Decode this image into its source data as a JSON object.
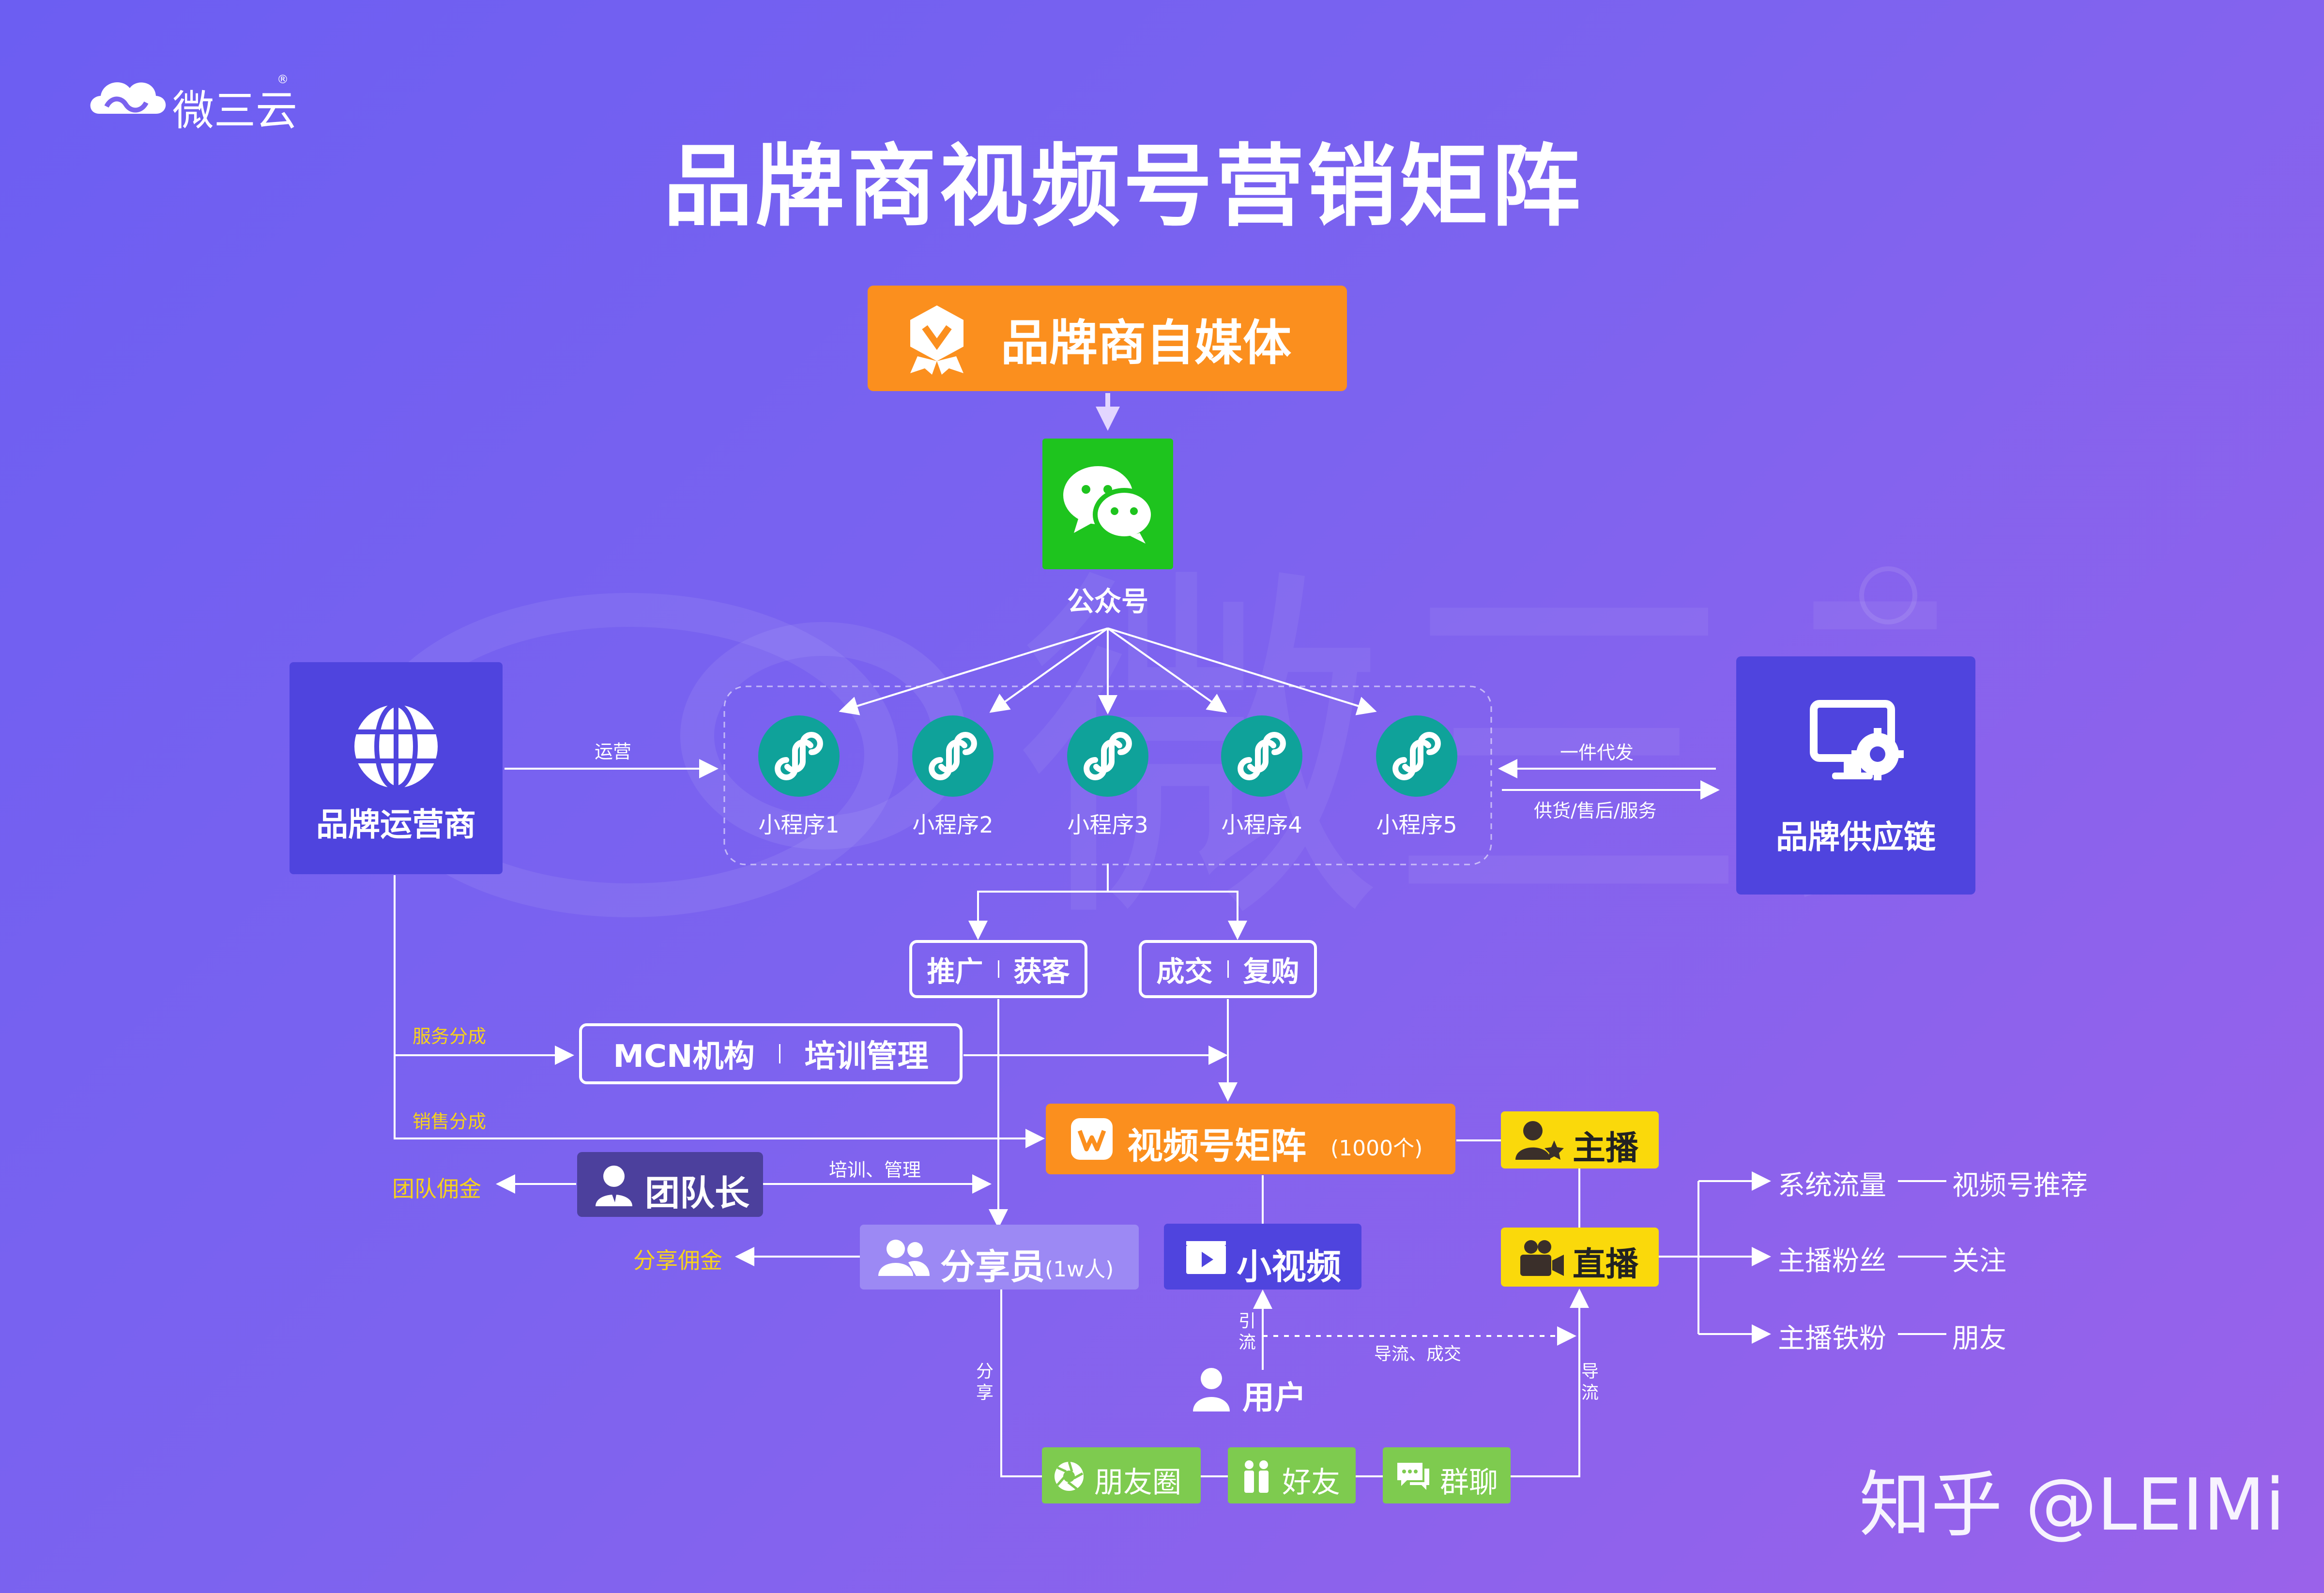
{
  "brand": {
    "logo_text": "微三云",
    "logo_mark": "®"
  },
  "title": "品牌商视频号营销矩阵",
  "top": {
    "media_label": "品牌商自媒体",
    "account_label": "公众号"
  },
  "mini_programs": [
    "小程序1",
    "小程序2",
    "小程序3",
    "小程序4",
    "小程序5"
  ],
  "left_node": {
    "label": "品牌运营商",
    "link_label": "运营"
  },
  "right_node": {
    "label": "品牌供应链",
    "in_label": "一件代发",
    "out_label": "供货/售后/服务"
  },
  "stages": {
    "promote_a": "推广",
    "promote_b": "获客",
    "deal_a": "成交",
    "deal_b": "复购"
  },
  "mcn": {
    "a": "MCN机构",
    "b": "培训管理"
  },
  "flows": {
    "service_share": "服务分成",
    "sales_share": "销售分成",
    "train_manage": "培训、管理",
    "team_commission": "团队佣金",
    "share_commission": "分享佣金"
  },
  "matrix": {
    "label": "视频号矩阵",
    "note": "(1000个)"
  },
  "team_leader": "团队长",
  "sharer": {
    "label": "分享员",
    "note": "(1w人)"
  },
  "short_video": "小视频",
  "anchor": "主播",
  "live": "直播",
  "user": {
    "label": "用户",
    "attract": "引流",
    "guide_deal": "导流、成交",
    "share": "分享",
    "guide": "导流"
  },
  "channels": [
    "朋友圈",
    "好友",
    "群聊"
  ],
  "benefits": [
    {
      "from": "系统流量",
      "to": "视频号推荐"
    },
    {
      "from": "主播粉丝",
      "to": "关注"
    },
    {
      "from": "主播铁粉",
      "to": "朋友"
    }
  ],
  "watermark": "知乎 @LEIMi",
  "colors": {
    "orange": "#fb8f1e",
    "wechat_green": "#1ec41e",
    "teal": "#0fa29a",
    "navy": "#4f44de",
    "yellow": "#fad90b",
    "leader": "#4c409d",
    "channel_green": "#7ecb4f",
    "commission": "#f7d21b"
  },
  "icons": [
    "cloud-logo-icon",
    "badge-v-icon",
    "wechat-icon",
    "miniprogram-icon",
    "globe-icon",
    "monitor-gear-icon",
    "video-channel-icon",
    "team-leader-icon",
    "group-icon",
    "play-icon",
    "anchor-icon",
    "camera-icon",
    "user-icon",
    "aperture-icon",
    "friends-icon",
    "chat-icon"
  ]
}
